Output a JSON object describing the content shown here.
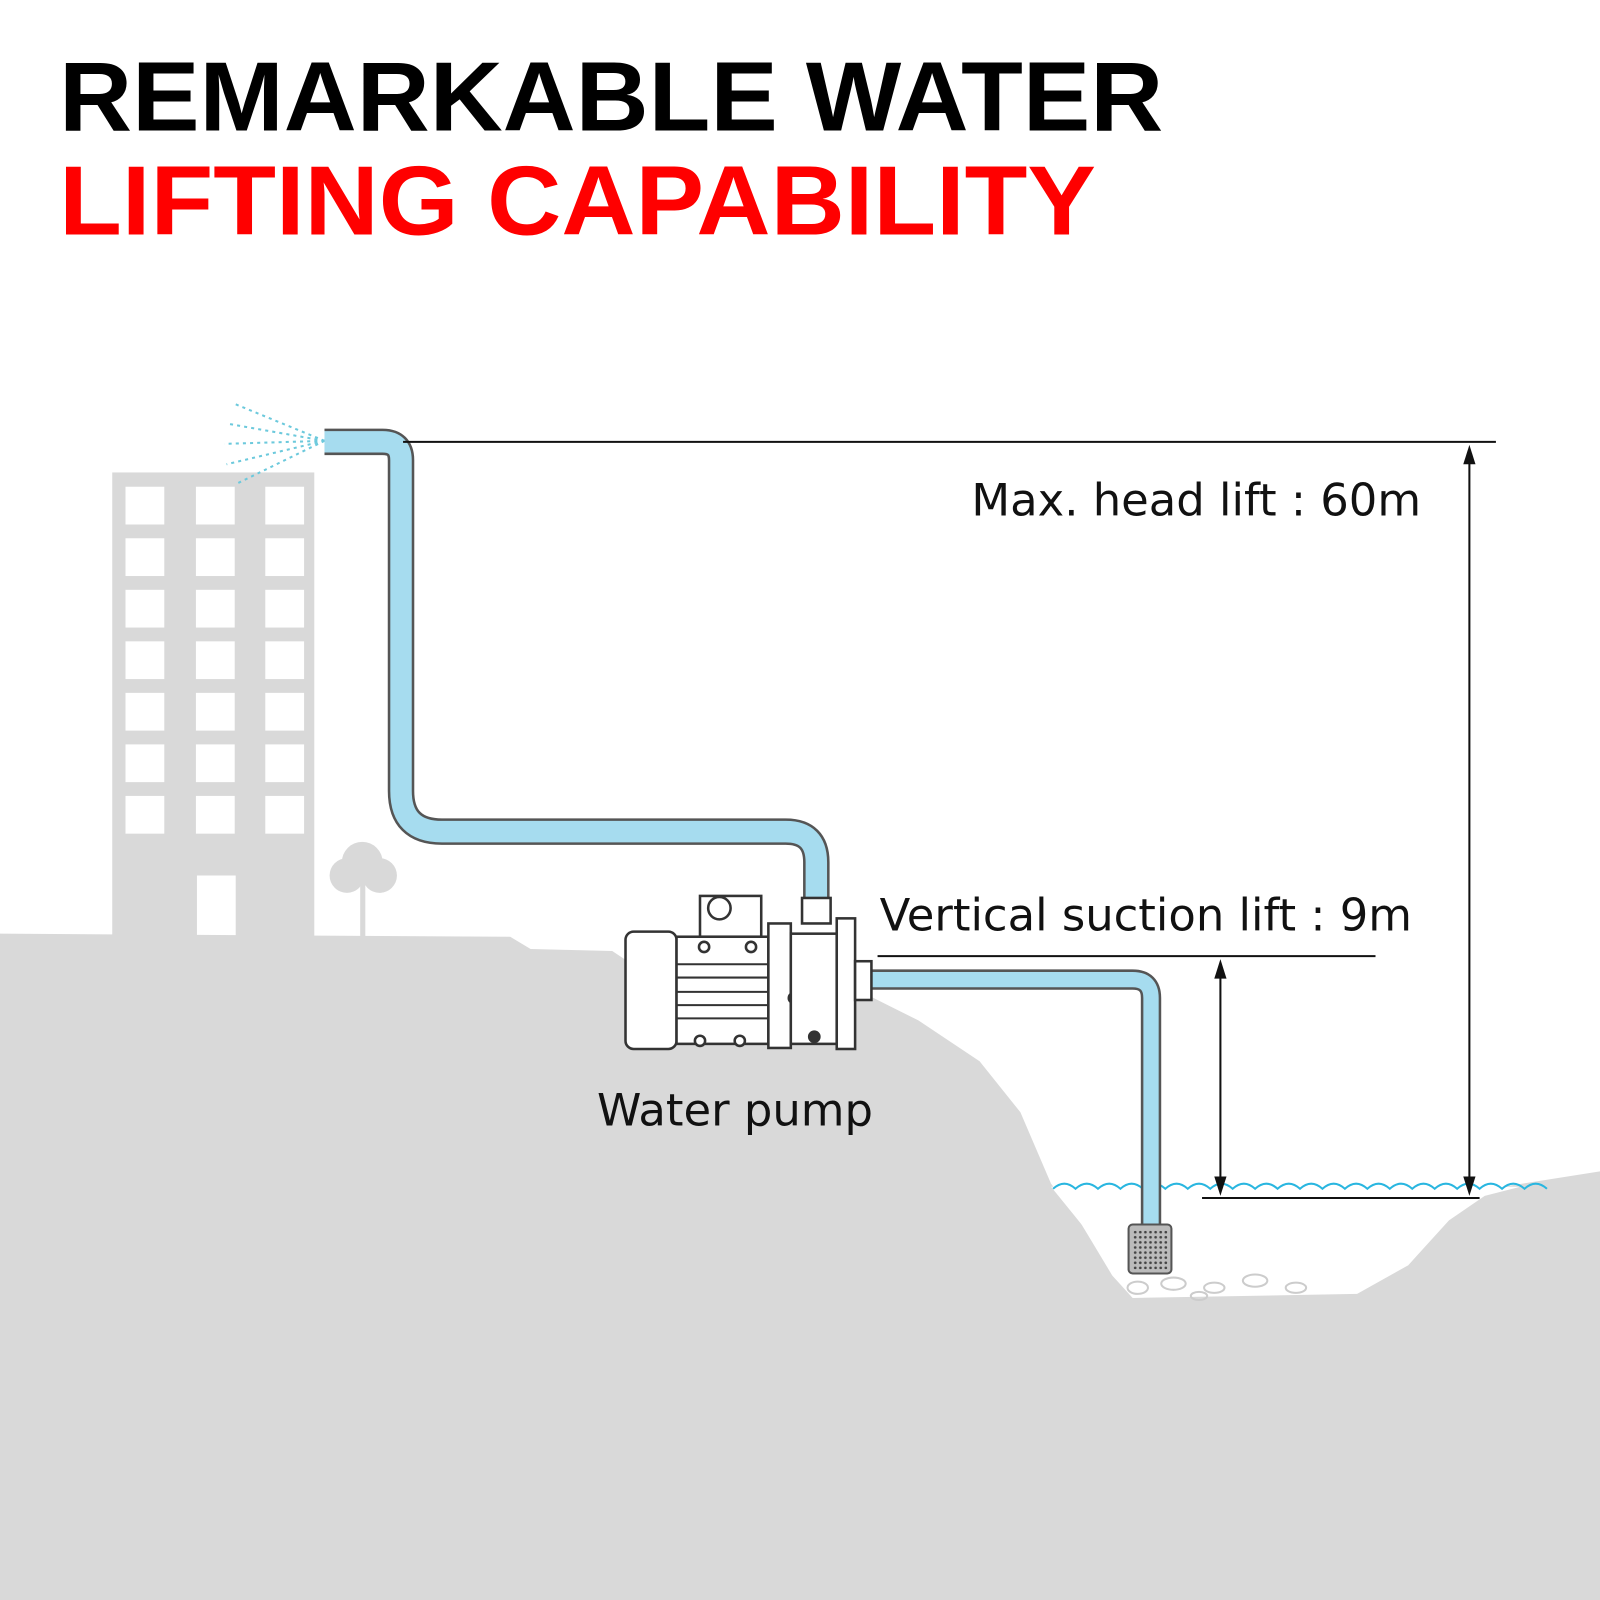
{
  "title": {
    "line1": "REMARKABLE WATER",
    "line2": "LIFTING CAPABILITY",
    "line1_color": "#000000",
    "line2_color": "#ff0000"
  },
  "labels": {
    "max_head_lift": "Max. head lift : 60m",
    "vertical_suction_lift": "Vertical suction lift : 9m",
    "water_pump": "Water pump"
  },
  "colors": {
    "ground": "#d9d9d9",
    "pipe": "#a6dcef",
    "water_line": "#29b6e0"
  }
}
